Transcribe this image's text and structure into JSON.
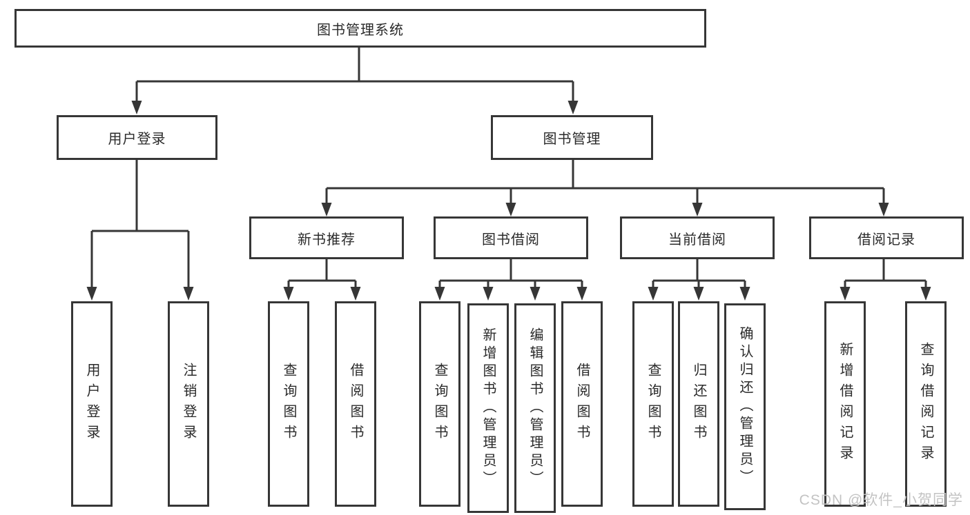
{
  "title": "图书管理系统",
  "watermark": "CSDN @软件_小贺同学",
  "colors": {
    "line": "#363636",
    "text": "#2a2a2a",
    "watermark": "#c3c3c3",
    "background": "#ffffff"
  },
  "tree": {
    "root": "图书管理系统",
    "branches": [
      {
        "label": "用户登录",
        "children": [
          "用户登录",
          "注销登录"
        ]
      },
      {
        "label": "图书管理",
        "groups": [
          {
            "label": "新书推荐",
            "children": [
              "查询图书",
              "借阅图书"
            ]
          },
          {
            "label": "图书借阅",
            "children": [
              "查询图书",
              "新增图书（管理员）",
              "编辑图书（管理员）",
              "借阅图书"
            ]
          },
          {
            "label": "当前借阅",
            "children": [
              "查询图书",
              "归还图书",
              "确认归还（管理员）"
            ]
          },
          {
            "label": "借阅记录",
            "children": [
              "新增借阅记录",
              "查询借阅记录"
            ]
          }
        ]
      }
    ]
  }
}
